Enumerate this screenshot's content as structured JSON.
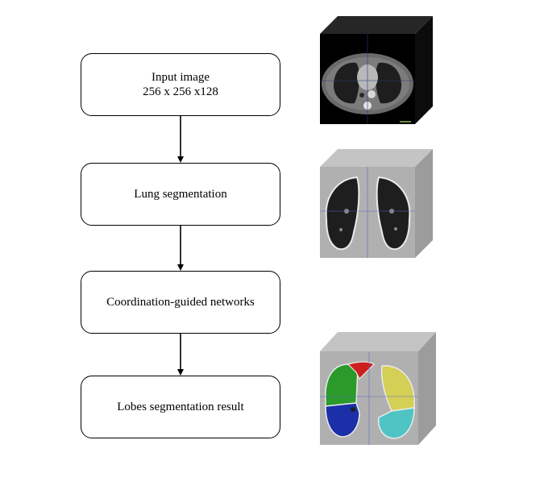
{
  "steps": [
    {
      "line1": "Input image",
      "line2": "256 x 256 x128"
    },
    {
      "line1": "Lung segmentation"
    },
    {
      "line1": "Coordination-guided networks"
    },
    {
      "line1": "Lobes segmentation result"
    }
  ],
  "colors": {
    "outline": "#000000",
    "ct_background": "#000000",
    "ct_side": "#111111",
    "cube_gray": "#b0b0b0",
    "lung_dark": "#1e1e1e",
    "lobe_red": "#cc1f1f",
    "lobe_green": "#2a9a2a",
    "lobe_blue": "#1a2fa8",
    "lobe_yellow": "#d4cf55",
    "lobe_cyan": "#4fc4c4"
  },
  "images": [
    {
      "name": "ct-volume-cube"
    },
    {
      "name": "lung-mask-cube"
    },
    {
      "name": "lobes-result-cube"
    }
  ]
}
